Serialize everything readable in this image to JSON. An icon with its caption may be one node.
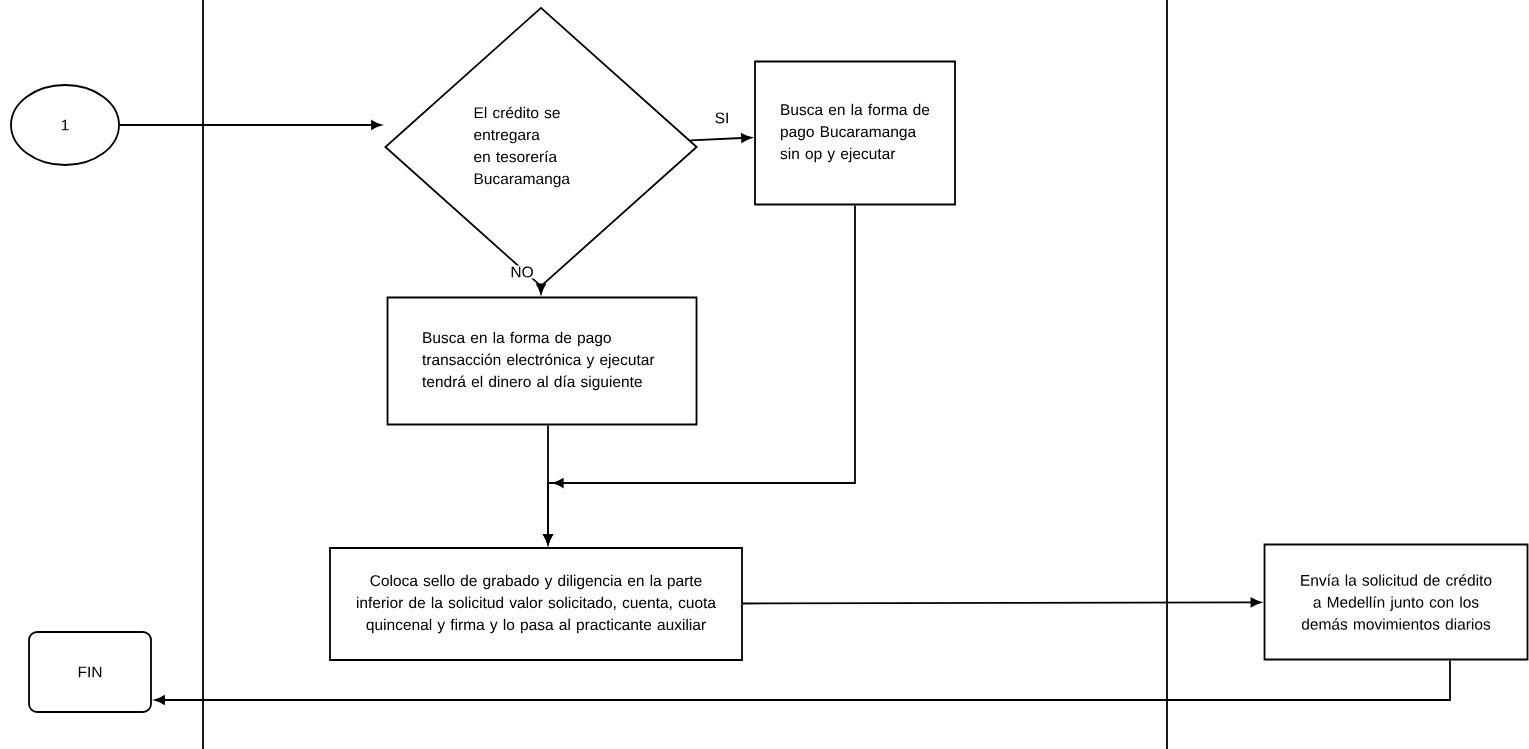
{
  "diagram": {
    "nodes": [
      {
        "text": [
          "1"
        ]
      },
      {
        "text": [
          "El crédito se entregara en tesorería Bucaramanga"
        ]
      },
      {
        "text": [
          "Busca en la forma de pago Bucaramanga sin op y ejecutar"
        ]
      },
      {
        "text": [
          "Busca en la forma de pago transacción electrónica y ejecutar  tendrá el dinero al día siguiente"
        ]
      },
      {
        "text": [
          "Coloca sello de grabado y diligencia en la parte inferior de la solicitud valor solicitado, cuenta, cuota quincenal y firma y lo pasa al practicante auxiliar"
        ]
      },
      {
        "text": [
          "Envía la solicitud de crédito a Medellín junto con los demás movimientos diarios"
        ]
      },
      {
        "text": [
          "FIN"
        ]
      }
    ],
    "edges": [
      {
        "from": 0,
        "to": 1,
        "arrow": "to"
      },
      {
        "from": 1,
        "to": 2,
        "arrow": "to",
        "label": "SI"
      },
      {
        "from": 1,
        "to": 3,
        "arrow": "to",
        "label": "NO"
      },
      {
        "from": 3,
        "to": 4,
        "arrow": "to"
      },
      {
        "from": 2,
        "to": 4,
        "arrow": "to"
      },
      {
        "from": 4,
        "to": 5,
        "arrow": "to"
      },
      {
        "from": 5,
        "to": 6,
        "arrow": "to"
      }
    ]
  }
}
